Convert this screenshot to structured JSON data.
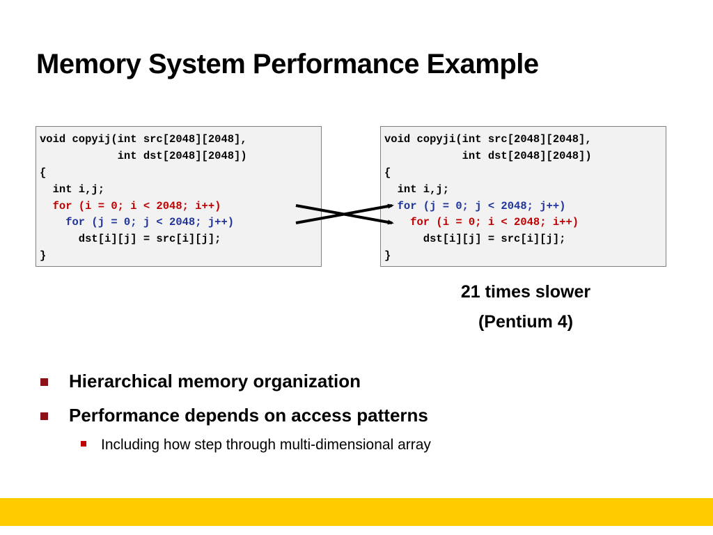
{
  "slide": {
    "title": "Memory System Performance Example"
  },
  "code_left": {
    "lines": [
      {
        "text": "void copyij(int src[2048][2048],",
        "color": "#000000"
      },
      {
        "text": "            int dst[2048][2048])",
        "color": "#000000"
      },
      {
        "text": "{",
        "color": "#000000"
      },
      {
        "text": "  int i,j;",
        "color": "#000000"
      },
      {
        "text": "  for (i = 0; i < 2048; i++)",
        "color": "#c00000"
      },
      {
        "text": "    for (j = 0; j < 2048; j++)",
        "color": "#1f3399"
      },
      {
        "text": "      dst[i][j] = src[i][j];",
        "color": "#000000"
      },
      {
        "text": "}",
        "color": "#000000"
      }
    ]
  },
  "code_right": {
    "lines": [
      {
        "text": "void copyji(int src[2048][2048],",
        "color": "#000000"
      },
      {
        "text": "            int dst[2048][2048])",
        "color": "#000000"
      },
      {
        "text": "{",
        "color": "#000000"
      },
      {
        "text": "  int i,j;",
        "color": "#000000"
      },
      {
        "text": "  for (j = 0; j < 2048; j++)",
        "color": "#1f3399"
      },
      {
        "text": "    for (i = 0; i < 2048; i++)",
        "color": "#c00000"
      },
      {
        "text": "      dst[i][j] = src[i][j];",
        "color": "#000000"
      },
      {
        "text": "}",
        "color": "#000000"
      }
    ]
  },
  "result": {
    "line1": "21 times slower",
    "line2": "(Pentium 4)"
  },
  "bullets": [
    {
      "text": "Hierarchical memory organization"
    },
    {
      "text": "Performance depends on access patterns"
    }
  ],
  "sub_bullets": [
    {
      "text": "Including how step through multi-dimensional array"
    }
  ],
  "colors": {
    "accent_bar": "#ffcc00",
    "bullet_marker": "#8b1117",
    "sub_bullet_marker": "#c00000",
    "code_red": "#c00000",
    "code_blue": "#1f3399",
    "code_background": "#f2f2f2"
  }
}
